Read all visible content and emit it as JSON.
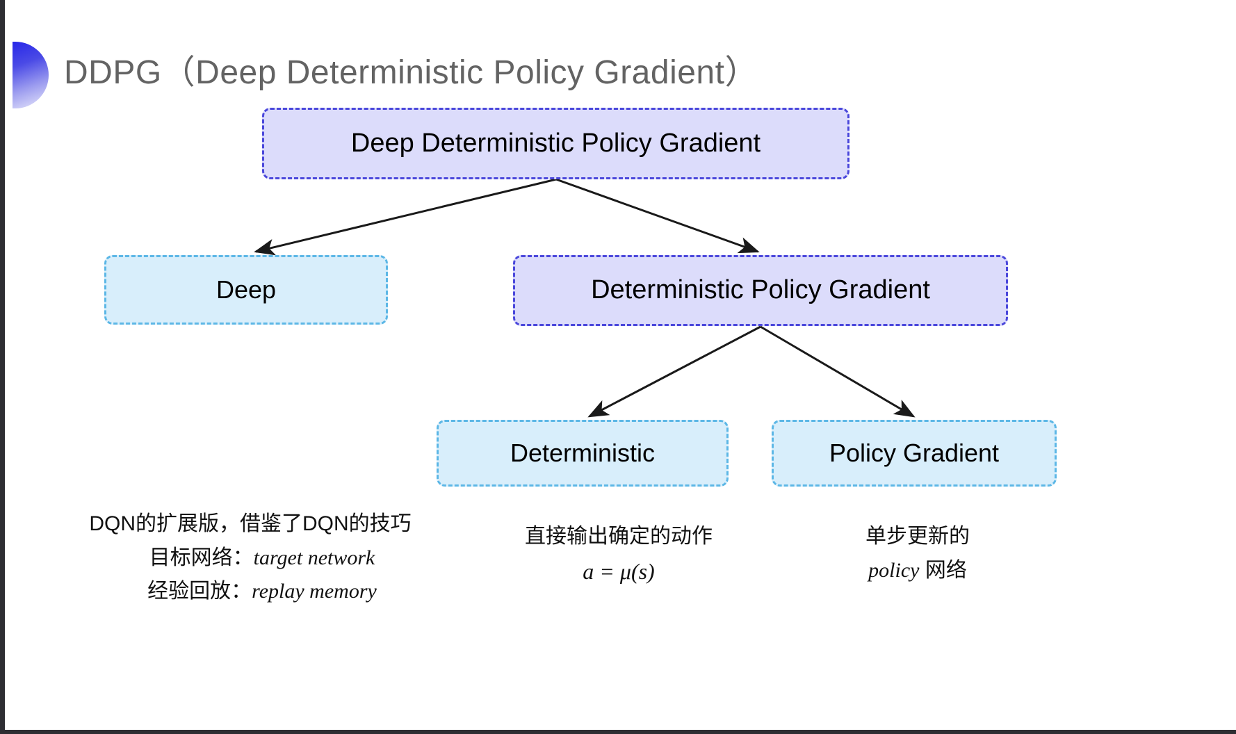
{
  "slide": {
    "title": "DDPG（Deep Deterministic Policy Gradient）",
    "bullet_icon": "half-circle-gradient-icon",
    "accent_color": "#2727e8",
    "background": "#ffffff"
  },
  "diagram": {
    "type": "tree",
    "nodes": [
      {
        "id": "root",
        "label": "Deep Deterministic Policy Gradient",
        "style": "purple",
        "fill": "#dcdcfb",
        "border": "#4a47db"
      },
      {
        "id": "deep",
        "label": "Deep",
        "style": "cyan",
        "fill": "#d8eefb",
        "border": "#5cb7e6"
      },
      {
        "id": "dpg",
        "label": "Deterministic Policy Gradient",
        "style": "purple",
        "fill": "#dcdcfb",
        "border": "#4a47db"
      },
      {
        "id": "deterministic",
        "label": "Deterministic",
        "style": "cyan",
        "fill": "#d8eefb",
        "border": "#5cb7e6"
      },
      {
        "id": "policy_gradient",
        "label": "Policy Gradient",
        "style": "cyan",
        "fill": "#d8eefb",
        "border": "#5cb7e6"
      }
    ],
    "edges": [
      {
        "from": "root",
        "to": "deep"
      },
      {
        "from": "root",
        "to": "dpg"
      },
      {
        "from": "dpg",
        "to": "deterministic"
      },
      {
        "from": "dpg",
        "to": "policy_gradient"
      }
    ],
    "edge_color": "#1a1a1a"
  },
  "captions": {
    "left": {
      "line1": "DQN的扩展版，借鉴了DQN的技巧",
      "line2_label": "目标网络：",
      "line2_term": "target network",
      "line3_label": "经验回放：",
      "line3_term": "replay memory"
    },
    "middle": {
      "line1": "直接输出确定的动作",
      "formula": "a = μ(s)"
    },
    "right": {
      "line1": "单步更新的",
      "line2_term": "policy",
      "line2_suffix": " 网络"
    }
  }
}
